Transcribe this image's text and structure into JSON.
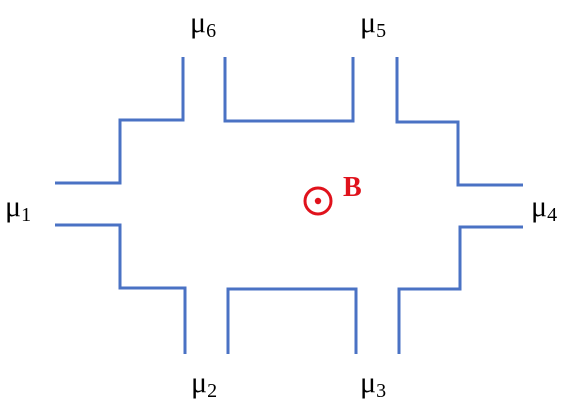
{
  "colors": {
    "outline": "#4a72c4",
    "field": "#e0121c",
    "text": "#000000"
  },
  "contacts": [
    {
      "symbol": "μ",
      "index": "1"
    },
    {
      "symbol": "μ",
      "index": "2"
    },
    {
      "symbol": "μ",
      "index": "3"
    },
    {
      "symbol": "μ",
      "index": "4"
    },
    {
      "symbol": "μ",
      "index": "5"
    },
    {
      "symbol": "μ",
      "index": "6"
    }
  ],
  "field": {
    "label": "B",
    "icon": "out-of-page-dot-circle-icon"
  }
}
